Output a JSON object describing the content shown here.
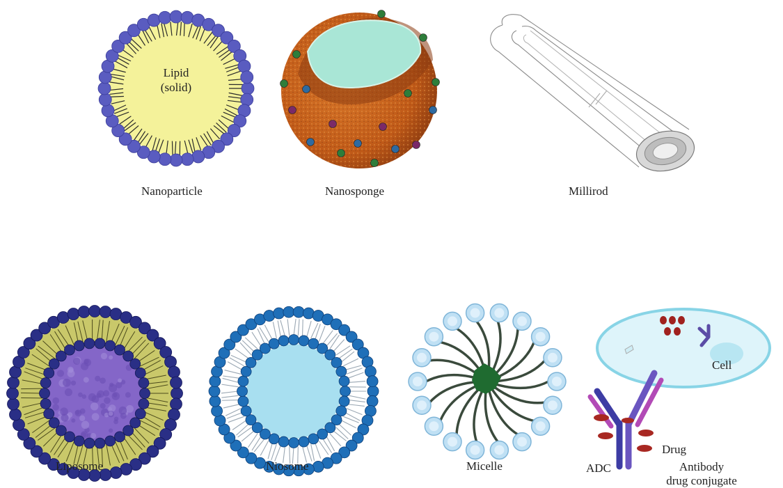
{
  "figure": {
    "items": [
      {
        "caption": "Nanoparticle",
        "inner_label_line1": "Lipid",
        "inner_label_line2": "(solid)"
      },
      {
        "caption": "Nanosponge"
      },
      {
        "caption": "Millirod"
      },
      {
        "caption": "Liposome"
      },
      {
        "caption": "Niosome"
      },
      {
        "caption": "Micelle"
      },
      {
        "caption_line1": "Antibody",
        "caption_line2": "drug conjugate",
        "label_cell": "Cell",
        "label_drug": "Drug",
        "label_adc": "ADC"
      }
    ]
  },
  "colors": {
    "bead_purple": "#5a5cc0",
    "lipid_yellow": "#f4f29a",
    "sponge_orange": "#c9651f",
    "sponge_core": "#a9e6d6",
    "liposome_navy": "#2a2f86",
    "liposome_olive": "#c9c86a",
    "niosome_blue": "#1f6fb8",
    "niosome_core": "#a8dff0",
    "micelle_bead": "#bfe0f4",
    "micelle_core": "#1f6b30",
    "cell_fill": "#def4fa",
    "cell_edge": "#88d4e6"
  }
}
